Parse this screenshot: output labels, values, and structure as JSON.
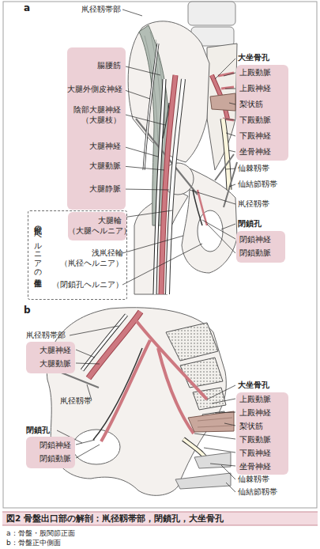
{
  "diagram": {
    "caption": "図2 骨盤出口部の解剖：鼡径靱帯部，閉鎖孔，大坐骨孔",
    "nodes": [
      {
        "text": [
          "腸腰筋",
          "大腿外側皮神経",
          "陰部大腿神経 （大腿枝）",
          "大腿神経",
          "大腿動脈",
          "大腿静脈"
        ]
      },
      {
        "text": [
          "鼡径部のヘルニアの発生部位",
          "浅鼡径輪 （鼡径ヘルニア）",
          "（閉鎖孔ヘルニア）"
        ]
      },
      {
        "text": [
          "大腿輪 （大腿ヘルニア）"
        ],
        "in": 1
      },
      {
        "text": [
          "上殿動脈",
          "上殿神経",
          "梨状筋",
          "下殿動脈",
          "下殿神経",
          "坐骨神経"
        ]
      },
      {
        "text": [
          "閉鎖神経",
          "閉鎖動脈"
        ]
      },
      {
        "text": [
          "大腿神経",
          "大腿動脈"
        ]
      },
      {
        "text": [
          "閉鎖神経",
          "閉鎖動脈"
        ]
      },
      {
        "text": [
          "上殿動脈",
          "上殿神経",
          "梨状筋",
          "下殿動脈",
          "下殿神経",
          "坐骨神経"
        ]
      }
    ],
    "labels": [
      "a",
      "鼡径靱帯部",
      "大坐骨孔",
      "仙棘靱帯",
      "仙結節靱帯",
      "鼡径靱帯",
      "閉鎖孔",
      "b",
      "鼡径靱帯部",
      "鼡径靱帯",
      "閉鎖孔",
      "大坐骨孔",
      "仙棘靱帯",
      "仙結節靱帯",
      "a：骨盤・股関節正面",
      "b：骨盤正中側面"
    ]
  }
}
